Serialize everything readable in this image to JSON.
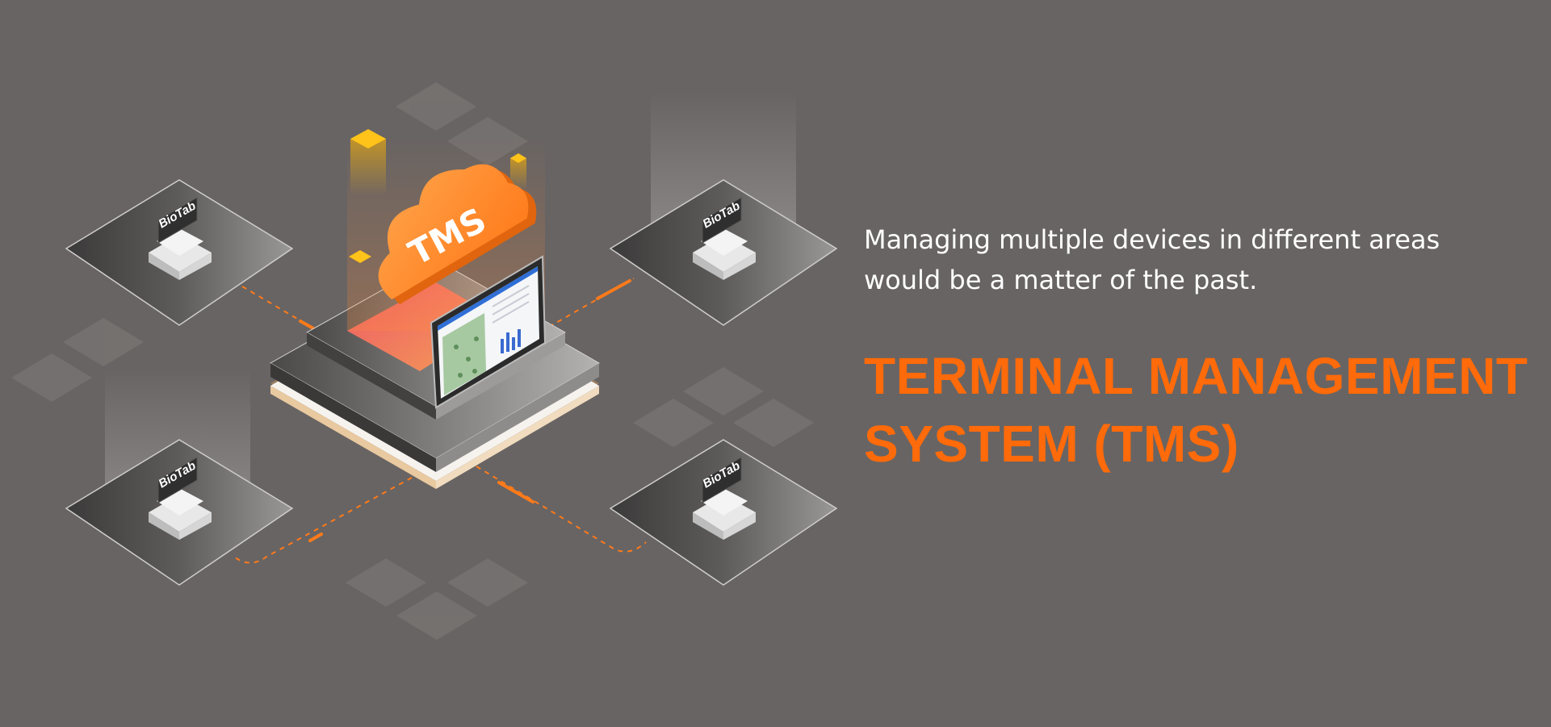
{
  "hero": {
    "tagline_line1": "Managing multiple devices in different areas",
    "tagline_line2": "would be a matter of the past.",
    "title_line1": "TERMINAL MANAGEMENT",
    "title_line2": "SYSTEM (TMS)"
  },
  "illustration": {
    "cloud_label": "TMS",
    "device_label": "BioTab"
  },
  "colors": {
    "background": "#686463",
    "accent": "#ff6a0a",
    "text": "#ffffff"
  }
}
